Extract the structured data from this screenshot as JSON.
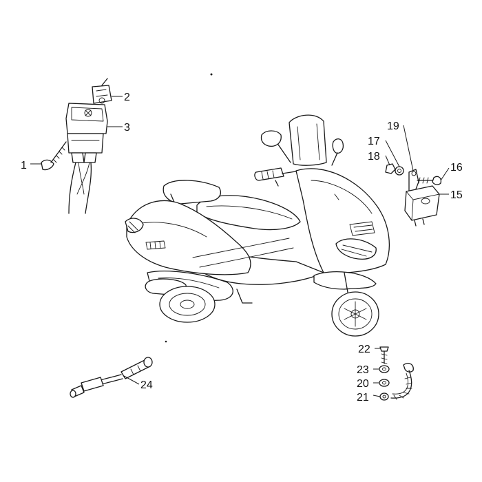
{
  "colors": {
    "ink": "#1a1a1a",
    "background": "#ffffff"
  },
  "labels": {
    "p1": "1",
    "p2": "2",
    "p3": "3",
    "p15": "15",
    "p16": "16",
    "p17": "17",
    "p18": "18",
    "p19": "19",
    "p20": "20",
    "p21": "21",
    "p22": "22",
    "p23": "23",
    "p24": "24"
  }
}
